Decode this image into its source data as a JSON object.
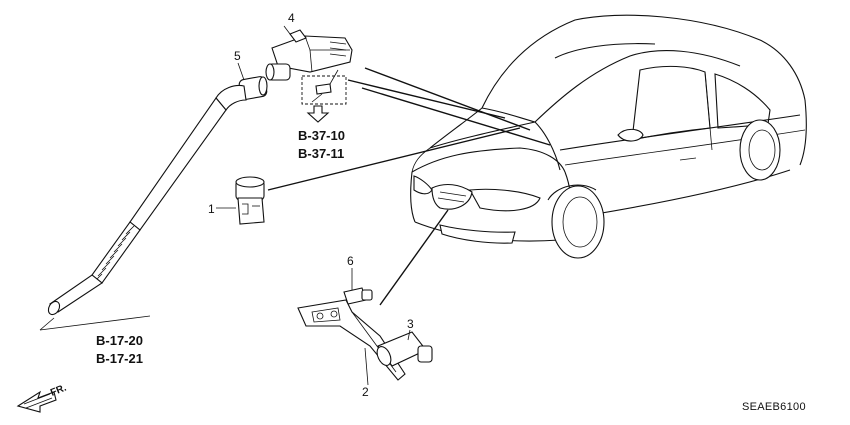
{
  "callouts": {
    "p1": "1",
    "p2": "2",
    "p3": "3",
    "p4": "4",
    "p5": "5",
    "p6": "6"
  },
  "references": {
    "top_a": "B-37-10",
    "top_b": "B-37-11",
    "left_a": "B-17-20",
    "left_b": "B-17-21"
  },
  "direction_label": "FR.",
  "diagram_code": "SEAEB6100",
  "icons": [
    "front-direction-arrow",
    "reference-arrow"
  ]
}
